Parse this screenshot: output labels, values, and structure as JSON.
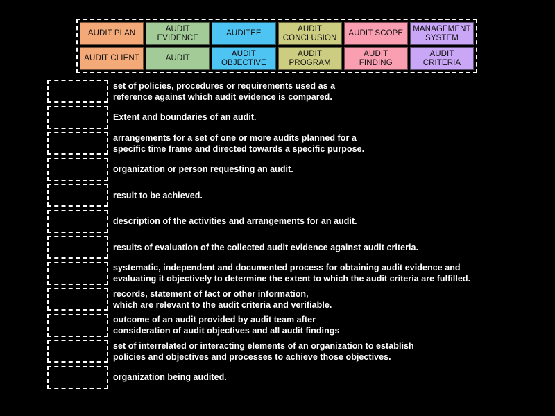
{
  "word_bank": {
    "rows": [
      [
        {
          "label": "AUDIT PLAN",
          "color": "#F4A978"
        },
        {
          "label": "AUDIT\nEVIDENCE",
          "color": "#A3CB98"
        },
        {
          "label": "AUDITEE",
          "color": "#4EC4F2"
        },
        {
          "label": "AUDIT\nCONCLUSION",
          "color": "#CDCD82"
        },
        {
          "label": "AUDIT SCOPE",
          "color": "#FA9FB1"
        },
        {
          "label": "MANAGEMENT\nSYSTEM",
          "color": "#C9A6F6"
        }
      ],
      [
        {
          "label": "AUDIT CLIENT",
          "color": "#F4A978"
        },
        {
          "label": "AUDIT",
          "color": "#A3CB98"
        },
        {
          "label": "AUDIT\nOBJECTIVE",
          "color": "#4EC4F2"
        },
        {
          "label": "AUDIT\nPROGRAM",
          "color": "#CDCD82"
        },
        {
          "label": "AUDIT\nFINDING",
          "color": "#FA9FB1"
        },
        {
          "label": "AUDIT\nCRITERIA",
          "color": "#C9A6F6"
        }
      ]
    ]
  },
  "definitions": [
    {
      "text": "set of policies, procedures or requirements used as a\nreference against which audit evidence is compared.",
      "answer": ""
    },
    {
      "text": "Extent and boundaries of an audit.",
      "answer": ""
    },
    {
      "text": "arrangements for a set of one or more audits planned for a\nspecific time frame and directed towards a specific purpose.",
      "answer": ""
    },
    {
      "text": "organization or person requesting an audit.",
      "answer": ""
    },
    {
      "text": "result to be achieved.",
      "answer": ""
    },
    {
      "text": "description of the activities and arrangements for an audit.",
      "answer": ""
    },
    {
      "text": "results of evaluation of the collected audit evidence against audit criteria.",
      "answer": ""
    },
    {
      "text": "systematic, independent and documented process for obtaining audit evidence and\nevaluating it objectively to determine the extent to which the audit criteria are fulfilled.",
      "answer": ""
    },
    {
      "text": "records, statement of fact or other information,\nwhich are relevant to the audit criteria and verifiable.",
      "answer": ""
    },
    {
      "text": "outcome of an audit provided by audit team after\nconsideration of audit objectives and all audit findings",
      "answer": ""
    },
    {
      "text": "set of interrelated or interacting elements of an organization to establish\npolicies and objectives and processes to achieve those objectives.",
      "answer": ""
    },
    {
      "text": "organization being audited.",
      "answer": ""
    }
  ],
  "colors": {
    "background": "#000000",
    "text": "#FFFFFF",
    "tile_text": "#111111",
    "dashed_border": "#FFFFFF"
  }
}
